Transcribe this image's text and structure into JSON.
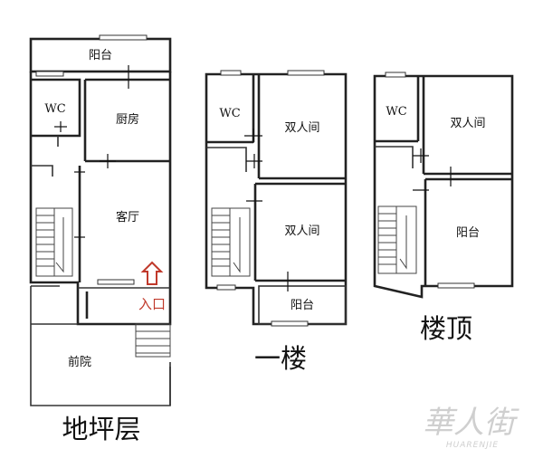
{
  "plans": {
    "ground": {
      "title": "地坪层",
      "balcony": "阳台",
      "wc": "WC",
      "kitchen": "厨房",
      "living": "客厅",
      "entrance": "入口",
      "front_yard": "前院"
    },
    "first": {
      "title": "一楼",
      "wc": "WC",
      "double_room_top": "双人间",
      "double_room_bottom": "双人间",
      "balcony": "阳台"
    },
    "roof": {
      "title": "楼顶",
      "wc": "WC",
      "double_room": "双人间",
      "balcony": "阳台"
    }
  },
  "watermark": {
    "logo_text": "華人街",
    "sub_text": "HUARENJIE"
  },
  "colors": {
    "entrance_arrow": "#c0392b",
    "watermark": "#cfcfcf"
  }
}
